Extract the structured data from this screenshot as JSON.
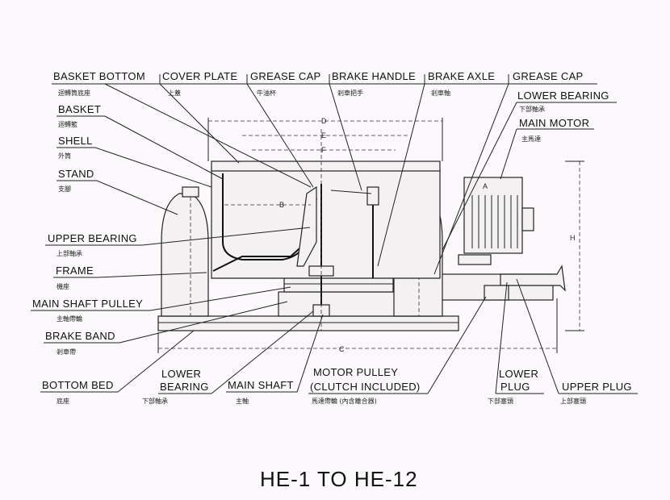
{
  "title": "HE-1 TO HE-12",
  "labels": {
    "basket_bottom": "BASKET BOTTOM",
    "basket_bottom_zh": "迴轉筒底座",
    "cover_plate": "COVER PLATE",
    "cover_plate_zh": "上蓋",
    "grease_cap_1": "GREASE CAP",
    "grease_cap_1_zh": "牛油杯",
    "brake_handle": "BRAKE HANDLE",
    "brake_handle_zh": "剎車把手",
    "brake_axle": "BRAKE AXLE",
    "brake_axle_zh": "剎車軸",
    "grease_cap_2": "GREASE CAP",
    "lower_bearing_top": "LOWER BEARING",
    "lower_bearing_top_zh": "下部軸承",
    "main_motor": "MAIN MOTOR",
    "main_motor_zh": "主馬達",
    "basket": "BASKET",
    "basket_zh": "迴轉籃",
    "shell": "SHELL",
    "shell_zh": "外筒",
    "stand": "STAND",
    "stand_zh": "支腳",
    "upper_bearing": "UPPER BEARING",
    "upper_bearing_zh": "上部軸承",
    "frame": "FRAME",
    "frame_zh": "機座",
    "main_shaft_pulley": "MAIN SHAFT PULLEY",
    "main_shaft_pulley_zh": "主軸帶輪",
    "brake_band": "BRAKE BAND",
    "brake_band_zh": "剎車帶",
    "bottom_bed": "BOTTOM BED",
    "bottom_bed_zh": "底座",
    "lower_bearing_1": "LOWER",
    "lower_bearing_2": "BEARING",
    "lower_bearing_zh": "下部軸承",
    "main_shaft": "MAIN SHAFT",
    "main_shaft_zh": "主軸",
    "motor_pulley_1": "MOTOR PULLEY",
    "motor_pulley_2": "(CLUTCH INCLUDED)",
    "motor_pulley_zh": "馬達帶輪 (內含離合器)",
    "lower_plug_1": "LOWER",
    "lower_plug_2": "PLUG",
    "lower_plug_zh": "下部塞頭",
    "upper_plug": "UPPER PLUG",
    "upper_plug_zh": "上部塞頭"
  },
  "dimensions": {
    "a": "A",
    "b": "B",
    "c": "C",
    "d": "D",
    "e": "E",
    "f": "F",
    "h": "H"
  }
}
